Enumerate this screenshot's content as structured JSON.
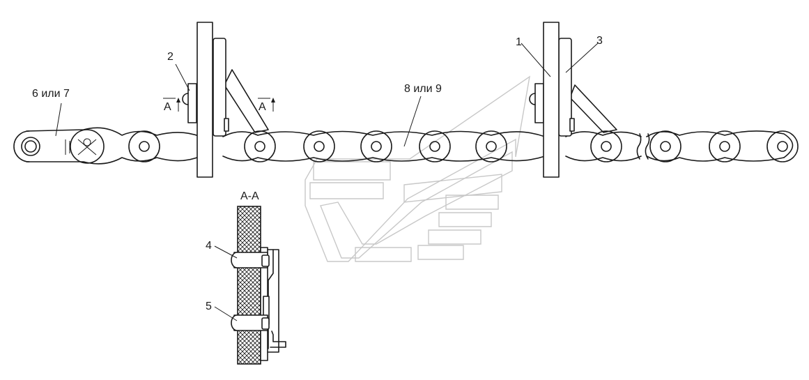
{
  "callouts": {
    "c1": "1",
    "c2": "2",
    "c3": "3",
    "c4": "4",
    "c5": "5",
    "c6": "6 или 7",
    "c8": "8 или 9"
  },
  "section_marks": {
    "left": "A",
    "right": "A"
  },
  "section_title": "А-А",
  "watermark": {
    "icon": "brand-chevron-logo-watermark"
  }
}
